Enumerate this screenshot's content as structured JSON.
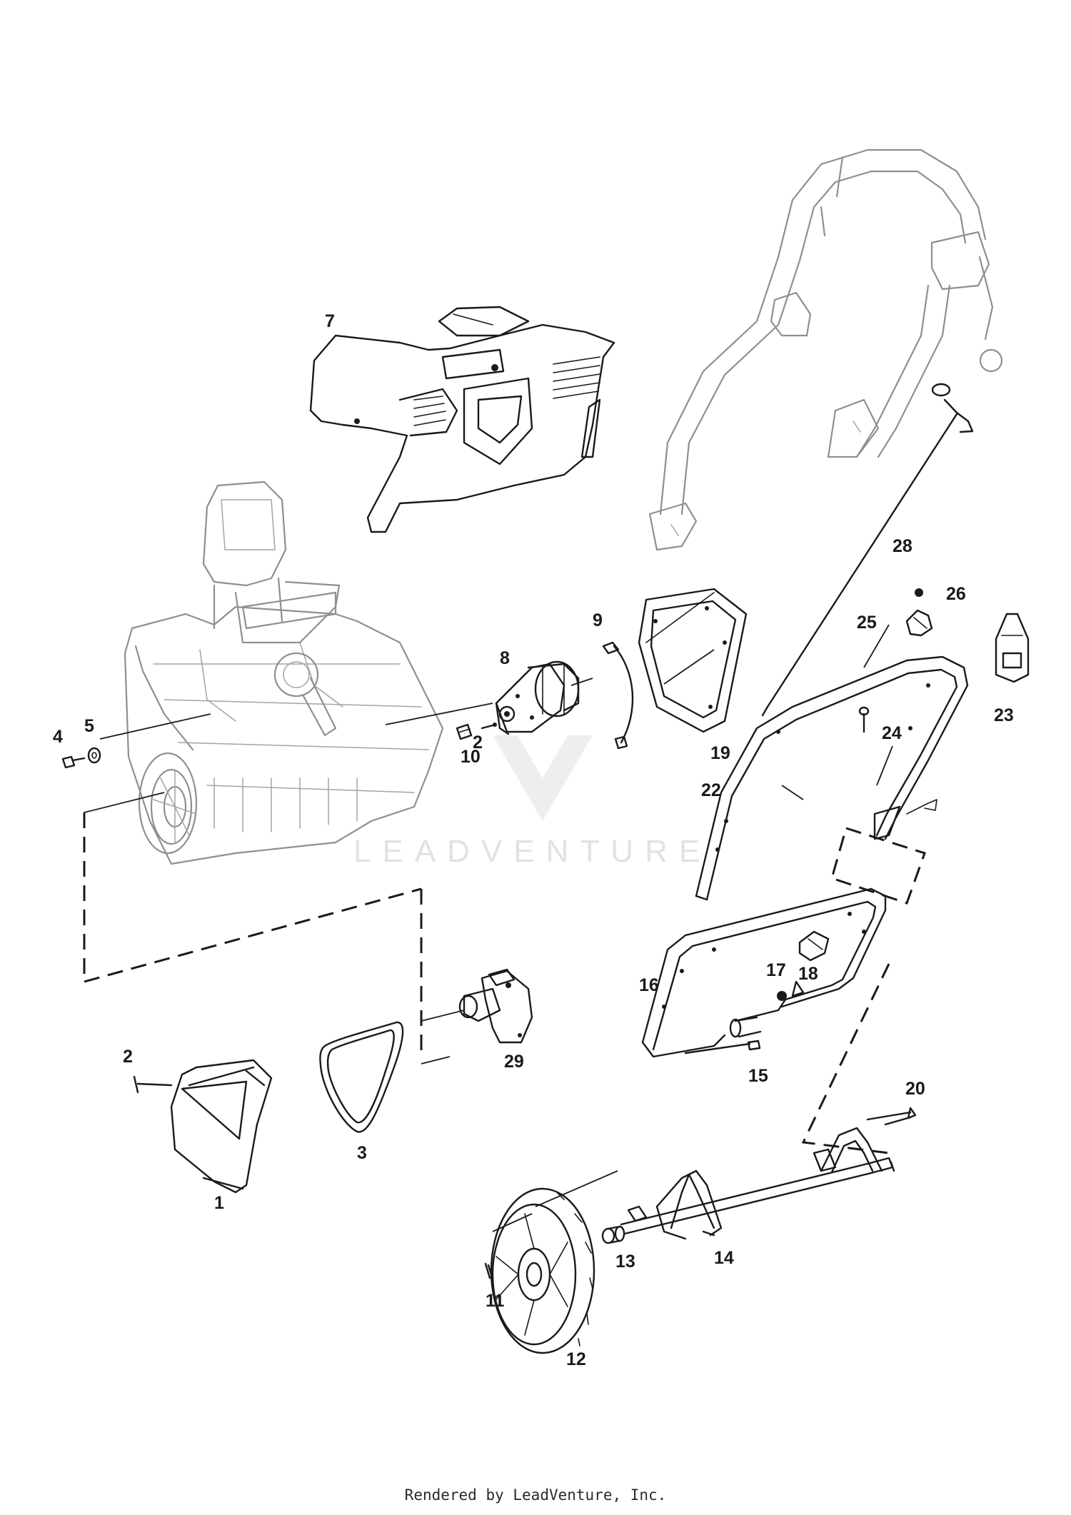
{
  "diagram": {
    "watermark": "LEADVENTURE",
    "footer": "Rendered by LeadVenture, Inc.",
    "callouts": [
      {
        "id": "c1",
        "label": "1"
      },
      {
        "id": "c2a",
        "label": "2"
      },
      {
        "id": "c2b",
        "label": "2"
      },
      {
        "id": "c3",
        "label": "3"
      },
      {
        "id": "c4",
        "label": "4"
      },
      {
        "id": "c5",
        "label": "5"
      },
      {
        "id": "c7",
        "label": "7"
      },
      {
        "id": "c8",
        "label": "8"
      },
      {
        "id": "c9",
        "label": "9"
      },
      {
        "id": "c10",
        "label": "10"
      },
      {
        "id": "c11",
        "label": "11"
      },
      {
        "id": "c12",
        "label": "12"
      },
      {
        "id": "c13",
        "label": "13"
      },
      {
        "id": "c14",
        "label": "14"
      },
      {
        "id": "c15",
        "label": "15"
      },
      {
        "id": "c16",
        "label": "16"
      },
      {
        "id": "c17",
        "label": "17"
      },
      {
        "id": "c18",
        "label": "18"
      },
      {
        "id": "c19",
        "label": "19"
      },
      {
        "id": "c20",
        "label": "20"
      },
      {
        "id": "c22",
        "label": "22"
      },
      {
        "id": "c23",
        "label": "23"
      },
      {
        "id": "c24",
        "label": "24"
      },
      {
        "id": "c25",
        "label": "25"
      },
      {
        "id": "c26",
        "label": "26"
      },
      {
        "id": "c28",
        "label": "28"
      },
      {
        "id": "c29",
        "label": "29"
      }
    ]
  }
}
